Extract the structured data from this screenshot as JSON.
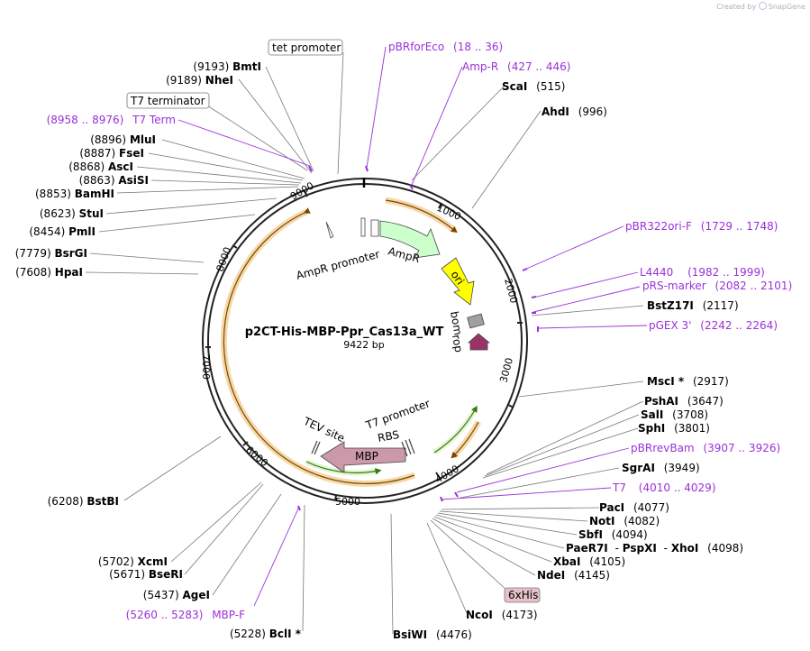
{
  "credit": {
    "created_by": "Created by",
    "brand": "SnapGene"
  },
  "plasmid": {
    "name": "p2CT-His-MBP-Ppr_Cas13a_WT",
    "length_label": "9422 bp",
    "length": 9422
  },
  "ticks": [
    "1000",
    "2000",
    "3000",
    "4000",
    "5000",
    "6000",
    "7000",
    "8000",
    "9000"
  ],
  "left_sites": [
    {
      "pos": "(9193)",
      "name": "BmtI"
    },
    {
      "pos": "(9189)",
      "name": "NheI"
    },
    {
      "pos": "(8896)",
      "name": "MluI"
    },
    {
      "pos": "(8887)",
      "name": "FseI"
    },
    {
      "pos": "(8868)",
      "name": "AscI"
    },
    {
      "pos": "(8863)",
      "name": "AsiSI"
    },
    {
      "pos": "(8853)",
      "name": "BamHI"
    },
    {
      "pos": "(8623)",
      "name": "StuI"
    },
    {
      "pos": "(8454)",
      "name": "PmlI"
    },
    {
      "pos": "(7779)",
      "name": "BsrGI"
    },
    {
      "pos": "(7608)",
      "name": "HpaI"
    },
    {
      "pos": "(6208)",
      "name": "BstBI"
    },
    {
      "pos": "(5702)",
      "name": "XcmI"
    },
    {
      "pos": "(5671)",
      "name": "BseRI"
    },
    {
      "pos": "(5437)",
      "name": "AgeI"
    },
    {
      "pos": "(5228)",
      "name": "BclI *"
    }
  ],
  "right_sites": [
    {
      "name": "ScaI",
      "pos": "(515)"
    },
    {
      "name": "AhdI",
      "pos": "(996)"
    },
    {
      "name": "BstZ17I",
      "pos": "(2117)"
    },
    {
      "name": "MscI *",
      "pos": "(2917)"
    },
    {
      "name": "PshAI",
      "pos": "(3647)"
    },
    {
      "name": "SalI",
      "pos": "(3708)"
    },
    {
      "name": "SphI",
      "pos": "(3801)"
    },
    {
      "name": "SgrAI",
      "pos": "(3949)"
    },
    {
      "name": "PacI",
      "pos": "(4077)"
    },
    {
      "name": "NotI",
      "pos": "(4082)"
    },
    {
      "name": "SbfI",
      "pos": "(4094)"
    },
    {
      "name": "XbaI",
      "pos": "(4105)"
    },
    {
      "name": "NdeI",
      "pos": "(4145)"
    },
    {
      "name": "NcoI",
      "pos": "(4173)"
    },
    {
      "name": "BsiWI",
      "pos": "(4476)"
    }
  ],
  "paexho": {
    "n1": "PaeR7I",
    "n2": "PspXI",
    "n3": "XhoI",
    "sep": "-",
    "pos": "(4098)"
  },
  "primers": [
    {
      "name": "pBRforEco",
      "range": "(18 .. 36)"
    },
    {
      "name": "Amp-R",
      "range": "(427 .. 446)"
    },
    {
      "name": "T7 Term",
      "range": "(8958 .. 8976)"
    },
    {
      "name": "pBR322ori-F",
      "range": "(1729 .. 1748)"
    },
    {
      "name": "L4440",
      "range": "(1982 .. 1999)"
    },
    {
      "name": "pRS-marker",
      "range": "(2082 .. 2101)"
    },
    {
      "name": "pGEX 3'",
      "range": "(2242 .. 2264)"
    },
    {
      "name": "pBRrevBam",
      "range": "(3907 .. 3926)"
    },
    {
      "name": "T7",
      "range": "(4010 .. 4029)"
    },
    {
      "name": "MBP-F",
      "range": "(5260 .. 5283)"
    }
  ],
  "boxed": {
    "tet_promoter": "tet promoter",
    "t7_terminator": "T7 terminator",
    "his": "6xHis"
  },
  "features": {
    "ampr_promoter": "AmpR promoter",
    "ampr": "AmpR",
    "ori": "ori",
    "bom": "bom",
    "rop": "rop",
    "tev": "TEV site",
    "t7_promoter": "T7 promoter",
    "rbs": "RBS",
    "mbp": "MBP"
  },
  "colors": {
    "primer": "#9b30d9",
    "ampr": "#ccffcc",
    "ori": "#ffff00",
    "bom": "#a0a0a0",
    "rop": "#993366",
    "mbp": "#cc99aa",
    "orf": "#f5d9a8",
    "his_box": "#e8c0c8"
  }
}
